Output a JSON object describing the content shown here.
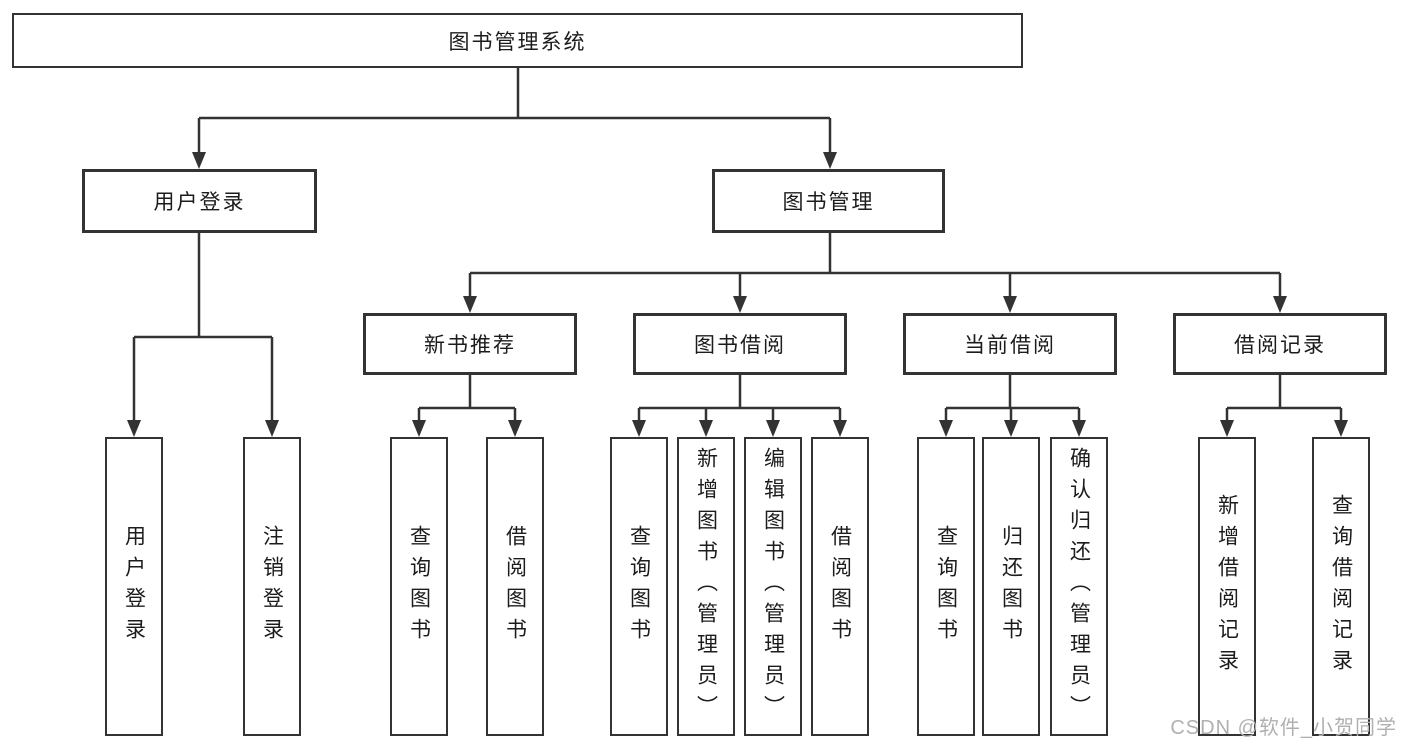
{
  "diagram": {
    "root": {
      "label": "图书管理系统",
      "children": [
        {
          "label": "用户登录",
          "children": [
            {
              "label": "用户登录"
            },
            {
              "label": "注销登录"
            }
          ]
        },
        {
          "label": "图书管理",
          "children": [
            {
              "label": "新书推荐",
              "children": [
                {
                  "label": "查询图书"
                },
                {
                  "label": "借阅图书"
                }
              ]
            },
            {
              "label": "图书借阅",
              "children": [
                {
                  "label": "查询图书"
                },
                {
                  "label": "新增图书（管理员）"
                },
                {
                  "label": "编辑图书（管理员）"
                },
                {
                  "label": "借阅图书"
                }
              ]
            },
            {
              "label": "当前借阅",
              "children": [
                {
                  "label": "查询图书"
                },
                {
                  "label": "归还图书"
                },
                {
                  "label": "确认归还（管理员）"
                }
              ]
            },
            {
              "label": "借阅记录",
              "children": [
                {
                  "label": "新增借阅记录"
                },
                {
                  "label": "查询借阅记录"
                }
              ]
            }
          ]
        }
      ]
    }
  },
  "watermark": {
    "text": "CSDN @软件_小贺同学"
  },
  "colors": {
    "line": "#333333",
    "box_border": "#333333",
    "text": "#1c1c1e",
    "watermark": "#b0b0b0",
    "background": "#ffffff"
  }
}
